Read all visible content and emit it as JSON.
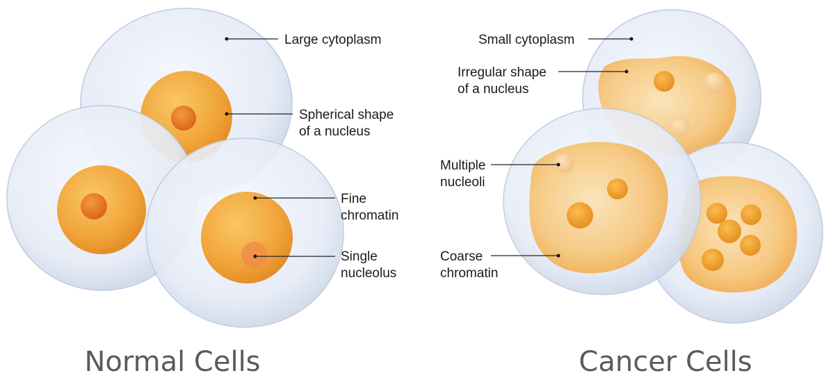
{
  "normal": {
    "title": "Normal Cells",
    "labels": {
      "cytoplasm": "Large cytoplasm",
      "nucleus_l1": "Spherical shape",
      "nucleus_l2": "of a nucleus",
      "chromatin_l1": "Fine",
      "chromatin_l2": "chromatin",
      "nucleolus_l1": "Single",
      "nucleolus_l2": "nucleolus"
    }
  },
  "cancer": {
    "title": "Cancer Cells",
    "labels": {
      "cytoplasm": "Small cytoplasm",
      "nucleus_l1": "Irregular shape",
      "nucleus_l2": "of a nucleus",
      "nucleoli_l1": "Multiple",
      "nucleoli_l2": "nucleoli",
      "chromatin_l1": "Coarse",
      "chromatin_l2": "chromatin"
    }
  },
  "colors": {
    "cell_fill": "#e9eef8",
    "cell_edge": "#b9c6dc",
    "nucleus": "#f2a73a",
    "nucleus_light": "#f7c15a",
    "nucleolus": "#ea7f1e",
    "cancer_nucleus": "#f6bf6e"
  }
}
